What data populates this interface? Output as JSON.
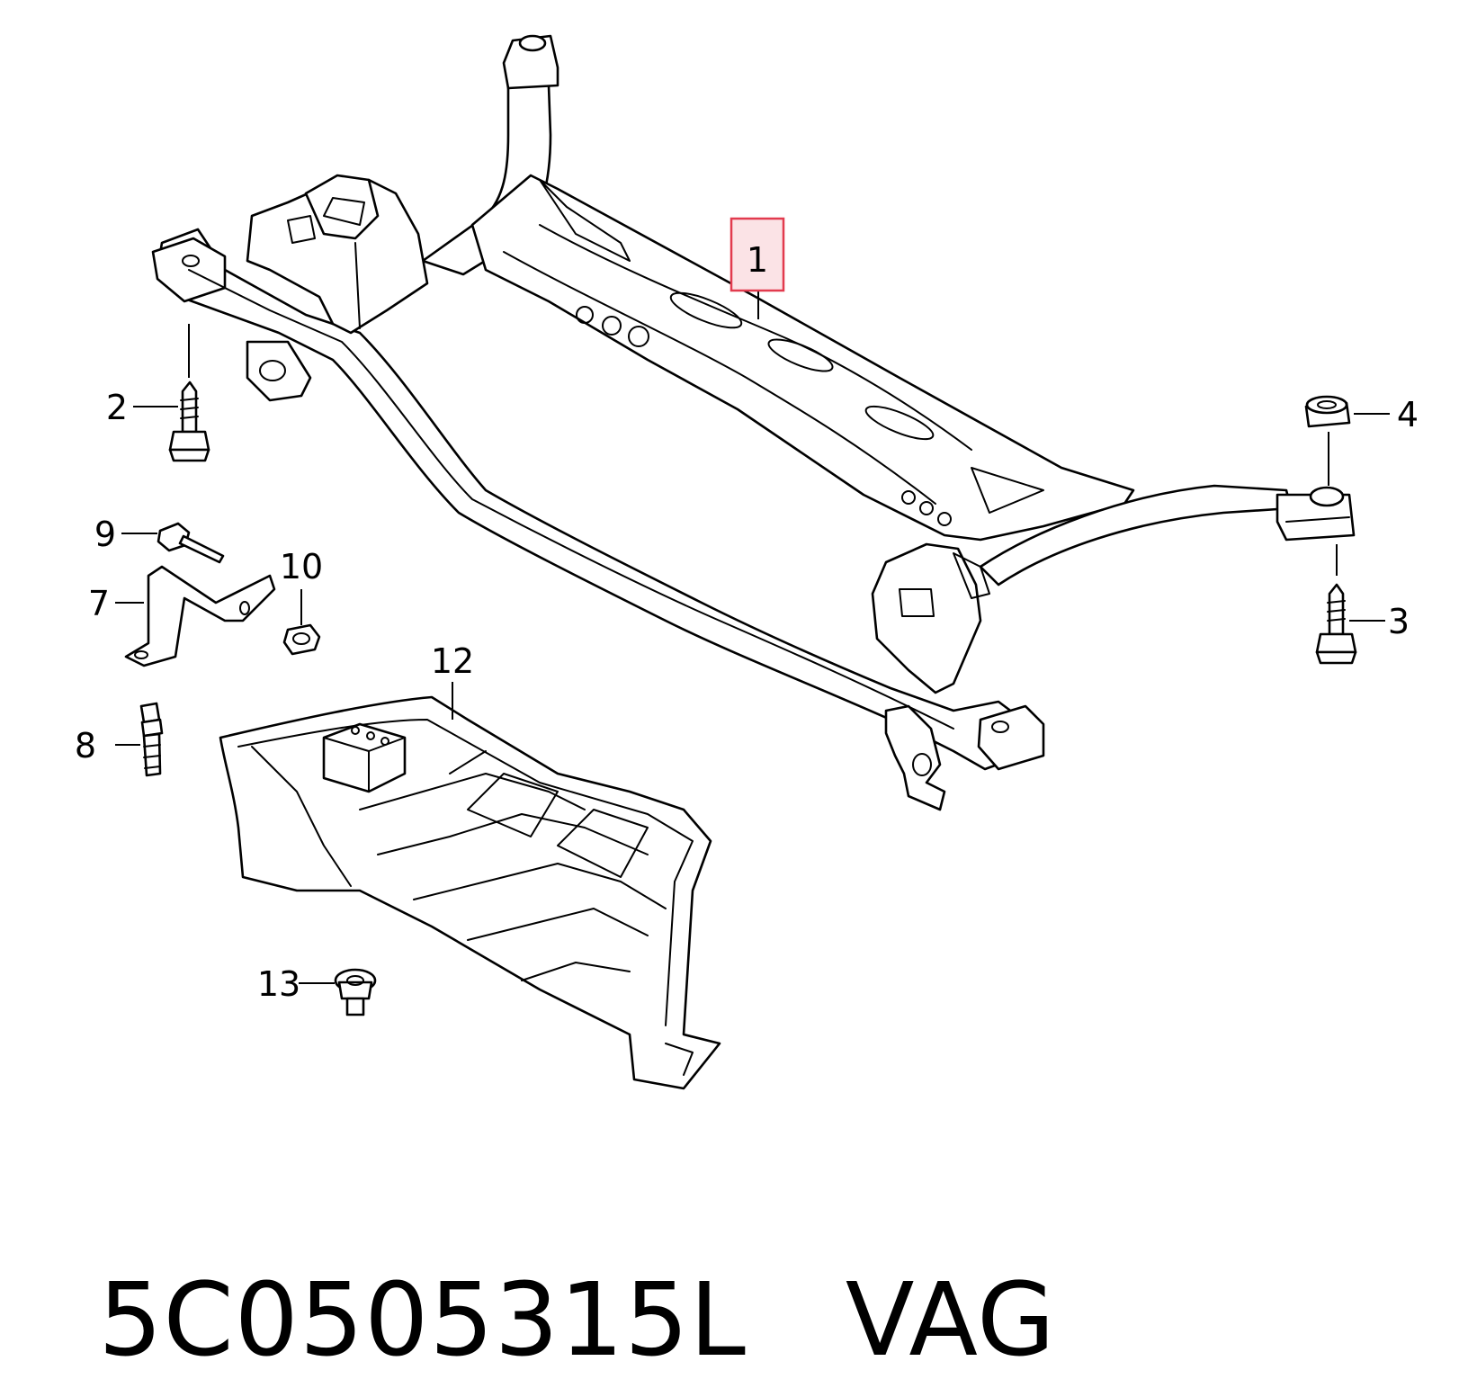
{
  "callouts": {
    "c1": "1",
    "c2": "2",
    "c3": "3",
    "c4": "4",
    "c7": "7",
    "c8": "8",
    "c9": "9",
    "c10": "10",
    "c12": "12",
    "c13": "13"
  },
  "highlighted_callout": "1",
  "colors": {
    "line": "#000000",
    "highlight_fill": "#fbe3e6",
    "highlight_border": "#e23b4e"
  },
  "footer": {
    "part_number": "5C0505315L",
    "brand": "VAG"
  }
}
